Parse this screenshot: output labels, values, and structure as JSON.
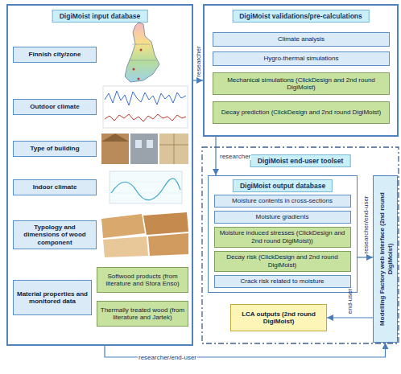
{
  "diagram": {
    "nodes": [
      {
        "text": [
          "DigiMoist input database"
        ]
      },
      {
        "text": [
          "Finnish city/zone"
        ],
        "in": 0
      },
      {
        "text": [
          "Outdoor climate"
        ],
        "in": 0
      },
      {
        "text": [
          "Type of building"
        ],
        "in": 0
      },
      {
        "text": [
          "Indoor climate"
        ],
        "in": 0
      },
      {
        "text": [
          "Typology and dimensions of wood component"
        ],
        "in": 0
      },
      {
        "text": [
          "Material properties and monitored data"
        ],
        "in": 0
      },
      {
        "text": [
          "Softwood products (from literature and Stora Enso)"
        ],
        "in": 0
      },
      {
        "text": [
          "Thermally treated wood (from literature and Jartek)"
        ],
        "in": 0
      },
      {
        "text": [
          "DigiMoist validations/pre-calculations"
        ]
      },
      {
        "text": [
          "Climate analysis"
        ],
        "in": 9
      },
      {
        "text": [
          "Hygro-thermal simulations"
        ],
        "in": 9
      },
      {
        "text": [
          "Mechanical simulations (ClickDesign and 2nd round DigiMoist)"
        ],
        "in": 9
      },
      {
        "text": [
          "Decay prediction (ClickDesign and 2nd round DigiMoist)"
        ],
        "in": 9
      },
      {
        "text": [
          "DigiMoist end-user toolset"
        ]
      },
      {
        "text": [
          "DigiMoist output database"
        ],
        "in": 14
      },
      {
        "text": [
          "Moisture contents in cross-sections"
        ],
        "in": 15
      },
      {
        "text": [
          "Moisture gradients"
        ],
        "in": 15
      },
      {
        "text": [
          "Moisture induced stresses (ClickDesign and 2nd round DigiMoist))"
        ],
        "in": 15
      },
      {
        "text": [
          "Decay risk (ClickDesign and 2nd round DigiMoist)"
        ],
        "in": 15
      },
      {
        "text": [
          "Crack risk related to moisture"
        ],
        "in": 15
      },
      {
        "text": [
          "Modelling Factory web interface (2nd round DigiMoist)"
        ],
        "in": 14
      },
      {
        "text": [
          "LCA outputs (2nd round DigiMoist)"
        ],
        "in": 14
      }
    ],
    "edges": [
      {
        "from": 0,
        "to": 9,
        "label": "researcher",
        "arrow": "to"
      },
      {
        "from": 9,
        "to": 15,
        "label": "researcher",
        "arrow": "to"
      },
      {
        "from": 15,
        "to": 21,
        "label": "researcher/end-user",
        "arrow": "to"
      },
      {
        "from": 21,
        "to": 22,
        "label": "end-user",
        "arrow": "to"
      },
      {
        "from": 0,
        "to": 21,
        "label": "researcher/end-user",
        "arrow": "to"
      }
    ]
  }
}
